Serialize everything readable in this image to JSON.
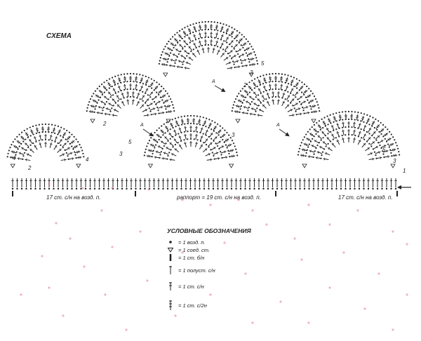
{
  "diagram": {
    "title": "СХЕМА",
    "row_numbers": [
      "1",
      "2",
      "3",
      "4",
      "5"
    ],
    "repeat_marker": "A",
    "bottom_labels": {
      "left": "17 ст. с/н на возд. п.",
      "center": "раппорт = 19 ст. с/н на возд. п.",
      "right": "17 ст. с/н на возд. п."
    }
  },
  "legend": {
    "title": "УСЛОВНЫЕ ОБОЗНАЧЕНИЯ",
    "items": [
      {
        "symbol": "chain-stitch-dot",
        "text": "= 1 возд. п."
      },
      {
        "symbol": "slip-stitch-triangle",
        "text": "= 1 соед. ст."
      },
      {
        "symbol": "single-crochet-bar",
        "text": "= 1 ст. б/н"
      },
      {
        "symbol": "half-double-crochet",
        "text": "= 1 полуст. с/н"
      },
      {
        "symbol": "double-crochet",
        "text": "= 1 ст. с/н"
      },
      {
        "symbol": "treble-crochet",
        "text": "= 1 ст. с/2н"
      }
    ]
  },
  "colors": {
    "ink": "#222222",
    "accent": "#e07a90"
  }
}
